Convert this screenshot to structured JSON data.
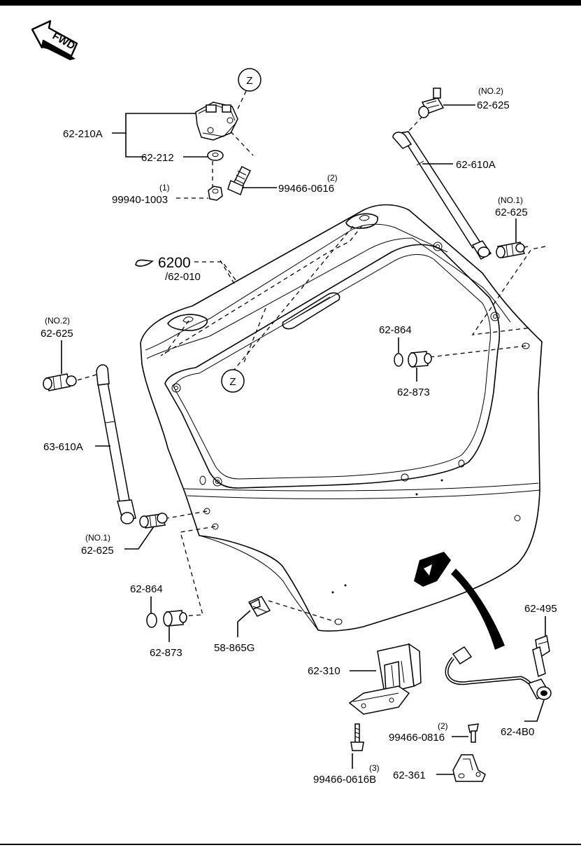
{
  "fwd_label": "FWD",
  "ref_z_top": "Z",
  "ref_z_center": "Z",
  "main_ref": {
    "number": "6200",
    "sub": "/62-010"
  },
  "parts": {
    "hinge": "62-210A",
    "hinge_washer": "62-212",
    "hinge_nut": {
      "qty": "(1)",
      "number": "99940-1003"
    },
    "hinge_bolt": {
      "qty": "(2)",
      "number": "99466-0616"
    },
    "stud_right_upper": {
      "qty": "(NO.2)",
      "number": "62-625"
    },
    "damper_right": "62-610A",
    "stud_right_lower": {
      "qty": "(NO.1)",
      "number": "62-625"
    },
    "stud_left_upper": {
      "qty": "(NO.2)",
      "number": "62-625"
    },
    "damper_left": "63-610A",
    "stud_left_lower": {
      "qty": "(NO.1)",
      "number": "62-625"
    },
    "cap_right": "62-864",
    "stopper_right": "62-873",
    "cap_left": "62-864",
    "stopper_left": "62-873",
    "bracket_clip": "58-865G",
    "latch": "62-310",
    "latch_bolt": {
      "qty": "(3)",
      "number": "99466-0616B"
    },
    "striker_bolt": {
      "qty": "(2)",
      "number": "99466-0816"
    },
    "striker": "62-361",
    "clip": "62-495",
    "switch_harness": "62-4B0"
  }
}
